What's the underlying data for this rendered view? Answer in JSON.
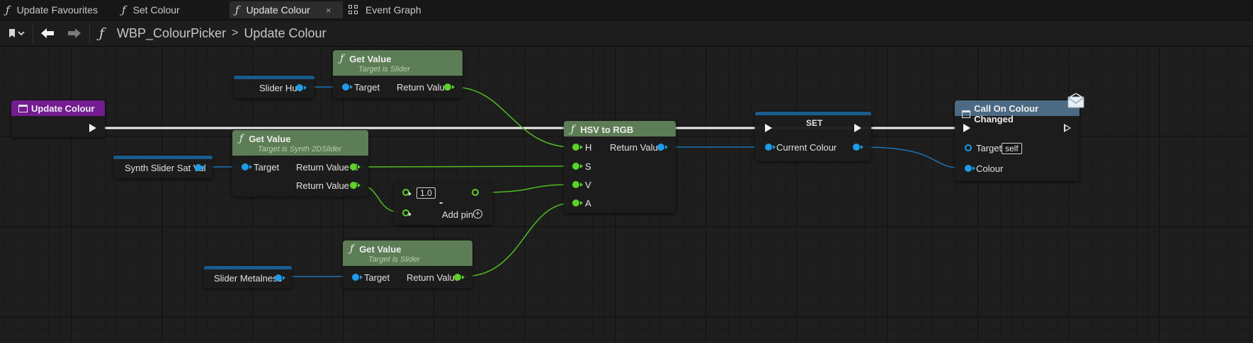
{
  "tabs": [
    {
      "label": "Update Favourites",
      "icon": "function-icon"
    },
    {
      "label": "Set Colour",
      "icon": "function-icon"
    },
    {
      "label": "Update Colour",
      "icon": "function-icon",
      "active": true,
      "close": "×"
    },
    {
      "label": "Event Graph",
      "icon": "event-graph-icon"
    }
  ],
  "breadcrumb": {
    "blueprint": "WBP_ColourPicker",
    "separator": ">",
    "function": "Update Colour"
  },
  "nodes": {
    "update_colour": {
      "title": "Update Colour"
    },
    "get_value_hue": {
      "title": "Get Value",
      "subtitle": "Target is Slider",
      "in": "Target",
      "out": "Return Value"
    },
    "slider_hue": {
      "label": "Slider Hue"
    },
    "get_value_satval": {
      "title": "Get Value",
      "subtitle": "Target is Synth 2DSlider",
      "in": "Target",
      "out_x": "Return Value X",
      "out_y": "Return Value Y"
    },
    "synth_slider": {
      "label": "Synth Slider Sat Val"
    },
    "subtract": {
      "const": "1.0",
      "symbol": "-",
      "add_pin": "Add pin"
    },
    "hsv_to_rgb": {
      "title": "HSV to RGB",
      "h": "H",
      "s": "S",
      "v": "V",
      "a": "A",
      "out": "Return Value"
    },
    "set": {
      "title": "SET",
      "var": "Current Colour"
    },
    "call": {
      "title": "Call On Colour Changed",
      "target": "Target",
      "target_value": "self",
      "colour": "Colour"
    },
    "get_value_metal": {
      "title": "Get Value",
      "subtitle": "Target is Slider",
      "in": "Target",
      "out": "Return Value"
    },
    "slider_metalness": {
      "label": "Slider Metalness"
    }
  }
}
